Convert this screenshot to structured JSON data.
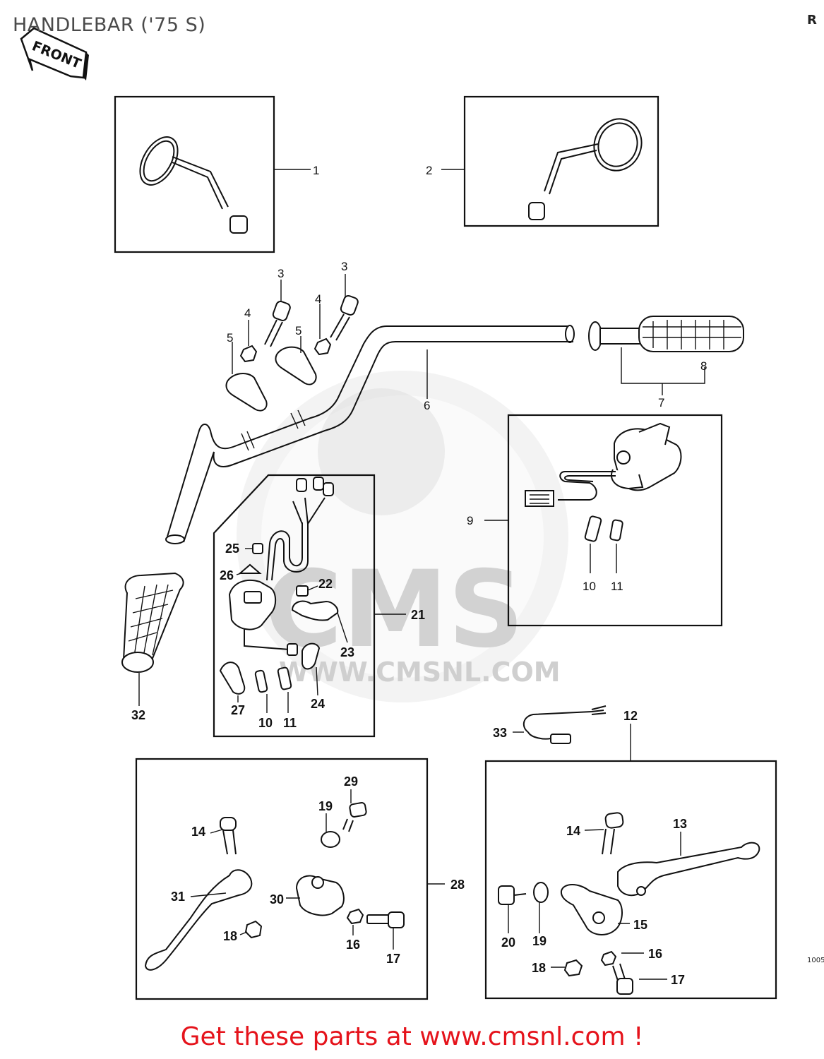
{
  "header": {
    "title": "HANDLEBAR ('75 S)",
    "corner_mark": "R"
  },
  "front_tag": "FRONT",
  "watermark": {
    "brand": "CMS",
    "url": "WWW.CMSNL.COM"
  },
  "callouts": [
    {
      "id": "c1",
      "num": "1"
    },
    {
      "id": "c2",
      "num": "2"
    },
    {
      "id": "c3a",
      "num": "3"
    },
    {
      "id": "c3b",
      "num": "3"
    },
    {
      "id": "c4a",
      "num": "4"
    },
    {
      "id": "c4b",
      "num": "4"
    },
    {
      "id": "c5a",
      "num": "5"
    },
    {
      "id": "c5b",
      "num": "5"
    },
    {
      "id": "c6",
      "num": "6"
    },
    {
      "id": "c7",
      "num": "7"
    },
    {
      "id": "c8",
      "num": "8"
    },
    {
      "id": "c9",
      "num": "9"
    },
    {
      "id": "c10a",
      "num": "10"
    },
    {
      "id": "c11a",
      "num": "11"
    },
    {
      "id": "c25",
      "num": "25"
    },
    {
      "id": "c26",
      "num": "26"
    },
    {
      "id": "c22",
      "num": "22"
    },
    {
      "id": "c21",
      "num": "21"
    },
    {
      "id": "c23",
      "num": "23"
    },
    {
      "id": "c27",
      "num": "27"
    },
    {
      "id": "c10b",
      "num": "10"
    },
    {
      "id": "c11b",
      "num": "11"
    },
    {
      "id": "c24",
      "num": "24"
    },
    {
      "id": "c32",
      "num": "32"
    },
    {
      "id": "c33",
      "num": "33"
    },
    {
      "id": "c12",
      "num": "12"
    },
    {
      "id": "c29",
      "num": "29"
    },
    {
      "id": "c19a",
      "num": "19"
    },
    {
      "id": "c14a",
      "num": "14"
    },
    {
      "id": "c31",
      "num": "31"
    },
    {
      "id": "c30",
      "num": "30"
    },
    {
      "id": "c28",
      "num": "28"
    },
    {
      "id": "c18a",
      "num": "18"
    },
    {
      "id": "c16a",
      "num": "16"
    },
    {
      "id": "c17a",
      "num": "17"
    },
    {
      "id": "c14b",
      "num": "14"
    },
    {
      "id": "c13",
      "num": "13"
    },
    {
      "id": "c15",
      "num": "15"
    },
    {
      "id": "c20",
      "num": "20"
    },
    {
      "id": "c19b",
      "num": "19"
    },
    {
      "id": "c16b",
      "num": "16"
    },
    {
      "id": "c18b",
      "num": "18"
    },
    {
      "id": "c17b",
      "num": "17"
    }
  ],
  "drawing_code": "1005",
  "footer": {
    "text": "Get these parts at www.cmsnl.com !"
  }
}
